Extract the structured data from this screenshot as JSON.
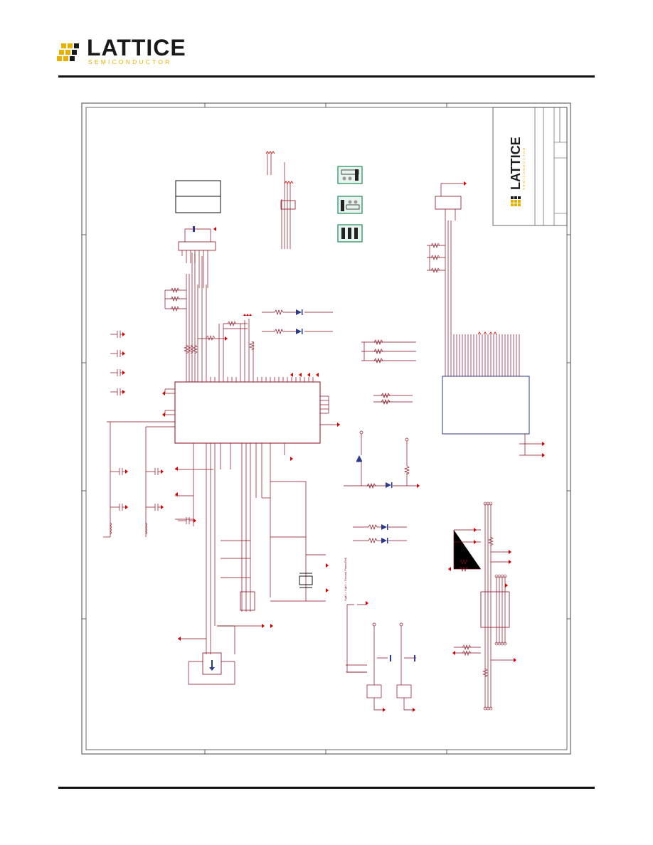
{
  "header": {
    "brand": "LATTICE",
    "tagline": "SEMICONDUCTOR",
    "logo_colors": {
      "dark": "#1a1a1a",
      "accent": "#e8b100"
    }
  },
  "schematic": {
    "title_block_brand": "LATTICE",
    "title_block_tagline": "SEMICONDUCTOR",
    "vertical_note": "Vgd1 = Vgb1 = Ground Plane(Ref)",
    "colors": {
      "wire": "#8b0a1e",
      "power": "#d40000",
      "frame": "#444444",
      "component": "#2b3a8a",
      "jumper": "#1e8a5a"
    }
  }
}
